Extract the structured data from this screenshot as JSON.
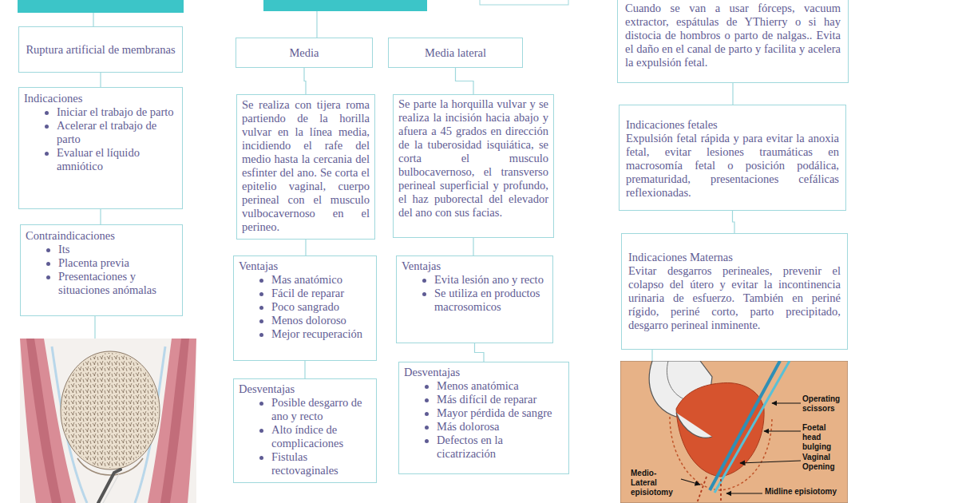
{
  "diagram": {
    "nodes": [
      {
        "text": [
          "Ruptura artificial de membranas"
        ]
      },
      {
        "text": [
          "Indicaciones",
          "Iniciar el trabajo de parto",
          "Acelerar el trabajo de parto",
          "Evaluar el líquido amniótico"
        ]
      },
      {
        "text": [
          "Contraindicaciones",
          "Its",
          "Placenta previa",
          "Presentaciones y situaciones anómalas"
        ]
      },
      {
        "text": [
          "Media"
        ]
      },
      {
        "text": [
          "Media lateral"
        ]
      },
      {
        "text": [
          "Se realiza con tijera roma partiendo de la horilla vulvar en la línea media, incidiendo el rafe del medio hasta la cercania del esfinter del ano. Se corta el epitelio vaginal, cuerpo perineal con el musculo vulbocavernoso en el perineo."
        ]
      },
      {
        "text": [
          "Se parte la horquilla vulvar y se realiza la incisión hacia abajo y afuera a 45 grados en dirección de la tuberosidad isquiática, se corta el musculo bulbocavernoso, el transverso perineal superficial y profundo, el haz puborectal del elevador del ano con sus facias."
        ]
      },
      {
        "text": [
          "Ventajas",
          "Mas anatómico",
          "Fácil de reparar",
          "Poco sangrado",
          "Menos doloroso",
          "Mejor recuperación"
        ]
      },
      {
        "text": [
          "Ventajas",
          "Evita lesión ano y recto",
          "Se utiliza en productos macrosomicos"
        ]
      },
      {
        "text": [
          "Desventajas",
          "Posible desgarro de ano y recto",
          "Alto índice de complicaciones",
          "Fistulas rectovaginales"
        ]
      },
      {
        "text": [
          "Desventajas",
          "Menos anatómica",
          "Más difícil de reparar",
          "Mayor pérdida de sangre",
          "Más dolorosa",
          "Defectos en la cicatrización"
        ]
      },
      {
        "text": [
          "Cuando se van a usar fórceps, vacuum extractor, espátulas de YThierry o si hay distocia de hombros o parto de nalgas.. Evita el daño en el canal de parto y facilita y acelera la expulsión fetal."
        ]
      },
      {
        "text": [
          "Indicaciones fetales",
          "Expulsión fetal rápida y para evitar la anoxia fetal, evitar lesiones traumáticas en macrosomía fetal o posición podálica, prematuridad, presentaciones cefálicas reflexionadas."
        ]
      },
      {
        "text": [
          "Indicaciones Maternas",
          "Evitar desgarros perineales, prevenir el colapso del útero y evitar la incontinencia urinaria de esfuerzo. También en periné rígido, periné corto, parto precipitado, desgarro perineal inminente."
        ]
      }
    ],
    "edges": [
      {
        "from": 0,
        "to": 1,
        "arrow": "none"
      },
      {
        "from": 1,
        "to": 2,
        "arrow": "none"
      },
      {
        "from": 3,
        "to": 5,
        "arrow": "none"
      },
      {
        "from": 5,
        "to": 7,
        "arrow": "none"
      },
      {
        "from": 7,
        "to": 9,
        "arrow": "none"
      },
      {
        "from": 4,
        "to": 6,
        "arrow": "none"
      },
      {
        "from": 6,
        "to": 8,
        "arrow": "none"
      },
      {
        "from": 8,
        "to": 10,
        "arrow": "none"
      },
      {
        "from": 11,
        "to": 12,
        "arrow": "none"
      },
      {
        "from": 12,
        "to": 13,
        "arrow": "none"
      }
    ],
    "labels": [
      "Operating scissors",
      "Foetal head bulging",
      "Vaginal Opening",
      "Medio-Lateral episiotomy",
      "Midline episiotomy"
    ]
  }
}
